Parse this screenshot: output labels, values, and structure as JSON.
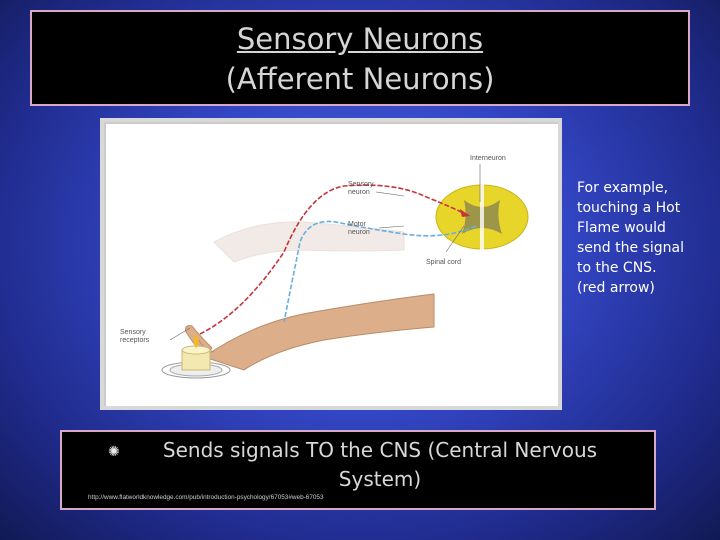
{
  "title": {
    "line1": "Sensory Neurons",
    "line2": "(Afferent Neurons)"
  },
  "figure": {
    "labels": {
      "interneuron": "Interneuron",
      "sensory_neuron_line1": "Sensory",
      "sensory_neuron_line2": "neuron",
      "motor_neuron_line1": "Motor",
      "motor_neuron_line2": "neuron",
      "spinal_cord": "Spinal cord",
      "sensory_receptors_line1": "Sensory",
      "sensory_receptors_line2": "receptors"
    },
    "colors": {
      "sensory_path": "#c8323a",
      "motor_path": "#6aaee0",
      "spinal_cord": "#e8d52a",
      "skin": "#dcae8a",
      "candle": "#f3e9b0"
    }
  },
  "side_text": {
    "lines": [
      "For example,",
      "touching a Hot",
      "Flame would",
      "send the signal",
      "to the CNS.",
      "(red arrow)"
    ]
  },
  "bullet": {
    "icon": "flower-bullet-icon",
    "line1": "Sends signals TO the CNS (Central Nervous",
    "line2": "System)"
  },
  "source_url": "http://www.flatworldknowledge.com/pub/introduction-psychology/67053#web-67053"
}
